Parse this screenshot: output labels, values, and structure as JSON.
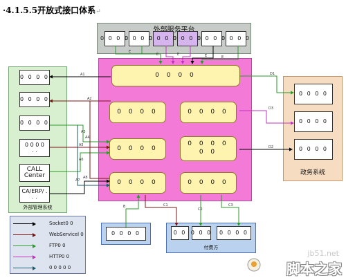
{
  "heading": {
    "number": "4.1.5.5",
    "title": "开放式接口体系",
    "mark": "↵"
  },
  "external_platform": {
    "title": "外部服务平台",
    "boxes": [
      "0 0 0 0",
      "0 0 0 0",
      "0 0 0 0",
      "0 0 0 0",
      "0 0 0 0",
      "0 0 0 0"
    ]
  },
  "management": {
    "title": "外部管理系统",
    "boxes": [
      "0 0 0 0",
      "0 0 0 0",
      "0 0 0 0",
      "0 0 0 0\n. .",
      "CALL\nCenter",
      "CA/ERP/ .\n. ."
    ]
  },
  "core": {
    "boxes": [
      "0 0 0 0",
      "0 0 0 0",
      "0 0 0 0",
      "0 0 0 0",
      "0 0 0 0\n0 0",
      "0 0 0 0",
      "0 0 0 0"
    ]
  },
  "government": {
    "title": "政务系统",
    "boxes": [
      "0 0 0 0",
      "0 0 0 0",
      "0 0 0 0"
    ]
  },
  "payer": {
    "title": "付费方",
    "boxes": [
      "0 0",
      "0 0 0",
      "0 0 0 0"
    ]
  },
  "bottom_left": {
    "boxes": [
      "0 0 0 0"
    ]
  },
  "legend": {
    "items": [
      {
        "label": "Socket0 0",
        "color": "#000000"
      },
      {
        "label": "WebServicel 0",
        "color": "#7a1414"
      },
      {
        "label": "FTP0 0",
        "color": "#2a9a2a"
      },
      {
        "label": "HTTP0 0",
        "color": "#c032c0"
      },
      {
        "label": "0 0 0 0 0",
        "color": "#1a5a6a"
      }
    ]
  },
  "wire_labels": [
    "E",
    "E",
    "E",
    "E",
    "E",
    "A1",
    "A2",
    "A3",
    "A4",
    "A5",
    "A6",
    "A7",
    "A8",
    "D1",
    "D2",
    "D3",
    "B",
    "C1",
    "C2",
    "C3"
  ],
  "watermark": {
    "site": "jb51.net",
    "brand": "脚本之家"
  }
}
